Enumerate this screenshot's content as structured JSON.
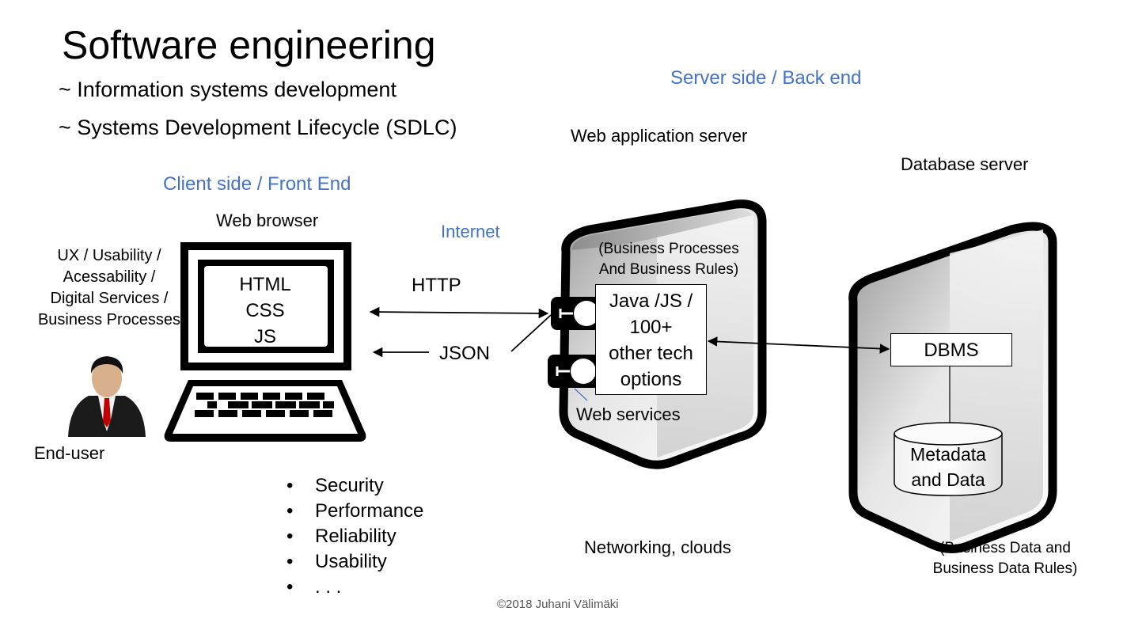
{
  "title": "Software engineering",
  "subtitles": [
    "~ Information systems development",
    "~ Systems Development Lifecycle (SDLC)"
  ],
  "client_side_label": "Client side / Front End",
  "server_side_label": "Server side / Back end",
  "web_browser_label": "Web browser",
  "internet_label": "Internet",
  "left_notes": [
    "UX / Usability /",
    "Acessability /",
    "Digital Services /",
    "Business Processes"
  ],
  "screen_lines": [
    "HTML",
    "CSS",
    "JS"
  ],
  "http_label": "HTTP",
  "json_label": "JSON",
  "end_user_label": "End-user",
  "web_app_server_label": "Web application server",
  "business_processes_lines": [
    "(Business Processes",
    "And Business Rules)"
  ],
  "tech_lines": [
    "Java /JS /",
    "100+",
    "other tech",
    "options"
  ],
  "web_services_label": "Web services",
  "database_server_label": "Database server",
  "dbms_label": "DBMS",
  "db_lines": [
    "Metadata",
    "and Data"
  ],
  "business_data_lines": [
    "(Business Data and",
    "Business Data Rules)"
  ],
  "networking_label": "Networking, clouds",
  "bullets": [
    "Security",
    "Performance",
    "Reliability",
    "Usability",
    ". . ."
  ],
  "copyright": "©2018 Juhani Välimäki",
  "colors": {
    "accent_blue": "#4472c4",
    "server_gray": "#bfbfbf"
  },
  "icons": [
    "computer-icon",
    "end-user-icon",
    "server-icon",
    "database-icon",
    "web-service-port-icon"
  ]
}
